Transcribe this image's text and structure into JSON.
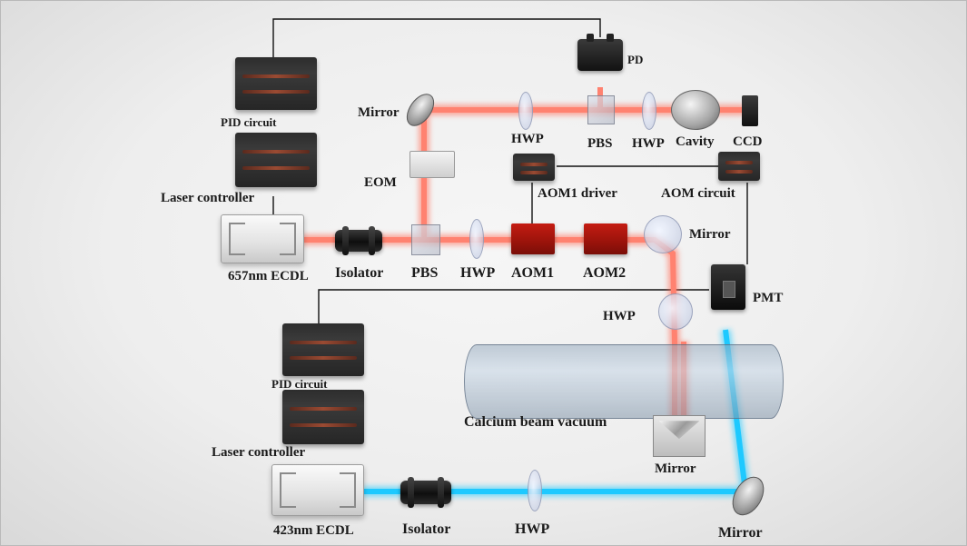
{
  "labels": {
    "pd": "PD",
    "pid_circuit_1": "PID circuit",
    "mirror_top": "Mirror",
    "hwp_top_1": "HWP",
    "pbs_top": "PBS",
    "hwp_top_2": "HWP",
    "cavity": "Cavity",
    "ccd": "CCD",
    "eom": "EOM",
    "laser_controller_1": "Laser controller",
    "aom1_driver": "AOM1 driver",
    "aom_circuit": "AOM circuit",
    "mirror_right": "Mirror",
    "ecdl_657": "657nm ECDL",
    "isolator_1": "Isolator",
    "pbs_mid": "PBS",
    "hwp_mid": "HWP",
    "aom1": "AOM1",
    "aom2": "AOM2",
    "pmt": "PMT",
    "hwp_right": "HWP",
    "pid_circuit_2": "PID circuit",
    "calcium_vacuum": "Calcium beam vacuum",
    "laser_controller_2": "Laser controller",
    "mirror_vacuum": "Mirror",
    "ecdl_423": "423nm ECDL",
    "isolator_2": "Isolator",
    "hwp_bottom": "HWP",
    "mirror_bottom": "Mirror"
  },
  "colors": {
    "red_beam": "#ff6a55",
    "blue_beam": "#16c8ff",
    "cable": "#111111"
  }
}
